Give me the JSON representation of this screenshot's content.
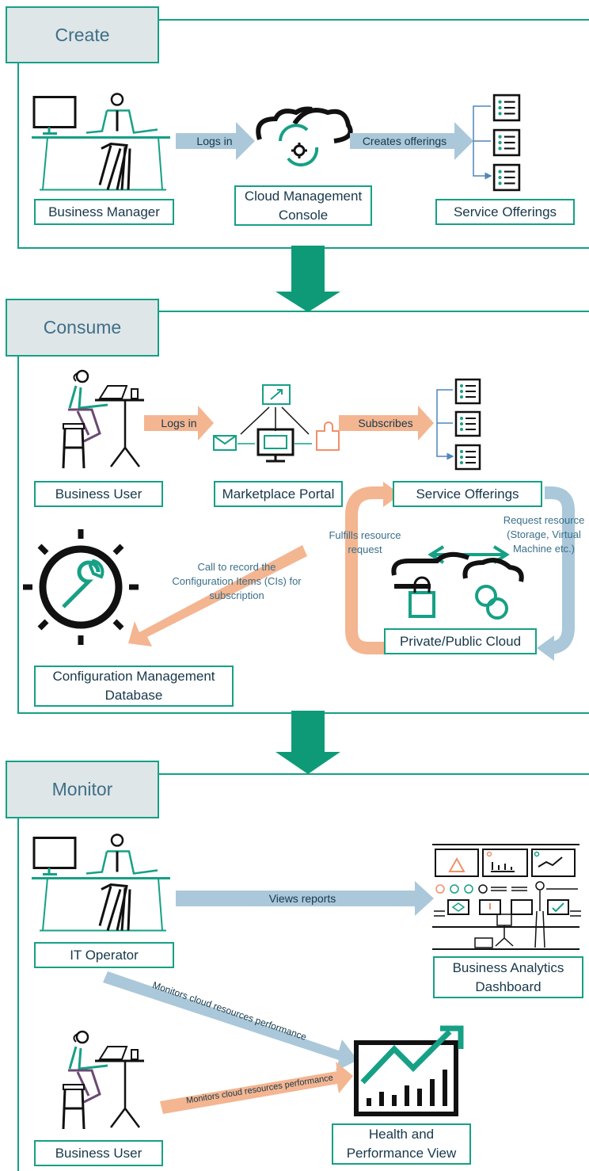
{
  "sections": {
    "create": {
      "title": "Create"
    },
    "consume": {
      "title": "Consume"
    },
    "monitor": {
      "title": "Monitor"
    }
  },
  "create": {
    "actor": "Business Manager",
    "console": "Cloud Management Console",
    "offerings": "Service Offerings",
    "arrow_login": "Logs in",
    "arrow_create": "Creates offerings"
  },
  "consume": {
    "actor": "Business User",
    "portal": "Marketplace Portal",
    "offerings": "Service Offerings",
    "cloud": "Private/Public Cloud",
    "cmdb": "Configuration Management Database",
    "arrow_login": "Logs in",
    "arrow_subscribe": "Subscribes",
    "note_fulfill": "Fulfills resource request",
    "note_request": "Request resource (Storage, Virtual Machine etc.)",
    "note_record": "Call to record the Configuration Items (CIs) for subscription"
  },
  "monitor": {
    "operator": "IT Operator",
    "user": "Business User",
    "dashboard": "Business Analytics Dashboard",
    "health": "Health and Performance View",
    "arrow_views": "Views reports",
    "arrow_monitor_operator": "Monitors cloud resources performance",
    "arrow_monitor_user": "Monitors cloud resources performance"
  },
  "colors": {
    "green": "#16a085",
    "arrow_blue": "#aac8da",
    "arrow_orange": "#f4b591",
    "tab_bg": "#dfe6e8"
  }
}
